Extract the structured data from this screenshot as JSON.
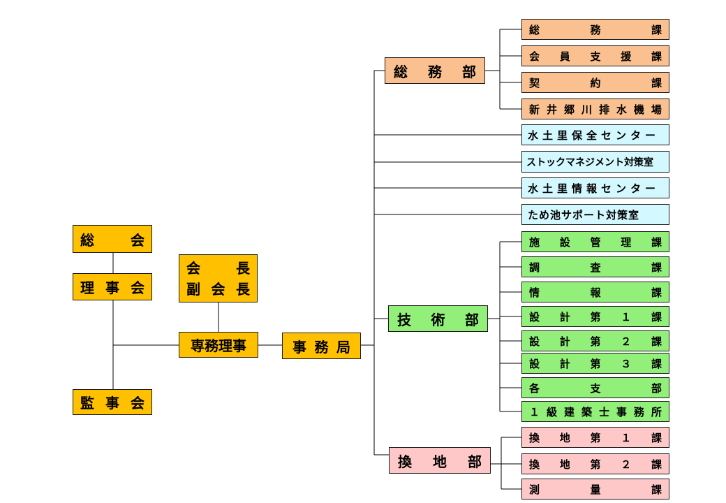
{
  "governance": {
    "general_meeting": [
      "総",
      "会"
    ],
    "board": [
      "理",
      "事",
      "会"
    ],
    "auditors": [
      "監",
      "事",
      "会"
    ],
    "chair": {
      "line1": [
        "会",
        "長"
      ],
      "line2": [
        "副",
        "会",
        "長"
      ]
    },
    "executive": "専務理事",
    "secretariat": [
      "事",
      "務",
      "局"
    ]
  },
  "divisions": {
    "general_affairs": {
      "label": [
        "総",
        "務",
        "部"
      ],
      "sections": [
        [
          "総",
          "務",
          "課"
        ],
        [
          "会",
          "員",
          "支",
          "援",
          "課"
        ],
        [
          "契",
          "約",
          "課"
        ],
        [
          "新",
          "井",
          "郷",
          "川",
          "排",
          "水",
          "機",
          "場"
        ]
      ]
    },
    "centers": [
      "水土里保全センター",
      "ストックマネジメント対策室",
      "水土里情報センター",
      "ため池サポート対策室"
    ],
    "engineering": {
      "label": [
        "技",
        "術",
        "部"
      ],
      "sections": [
        [
          "施",
          "設",
          "管",
          "理",
          "課"
        ],
        [
          "調",
          "査",
          "課"
        ],
        [
          "情",
          "報",
          "課"
        ],
        [
          "設",
          "計",
          "第",
          "１",
          "課"
        ],
        [
          "設",
          "計",
          "第",
          "２",
          "課"
        ],
        [
          "設",
          "計",
          "第",
          "３",
          "課"
        ],
        [
          "各",
          "支",
          "部"
        ],
        [
          "１",
          "級",
          "建",
          "築",
          "士",
          "事",
          "務",
          "所"
        ]
      ]
    },
    "land_replotting": {
      "label": [
        "換",
        "地",
        "部"
      ],
      "sections": [
        [
          "換",
          "地",
          "第",
          "１",
          "課"
        ],
        [
          "換",
          "地",
          "第",
          "２",
          "課"
        ],
        [
          "測",
          "量",
          "課"
        ]
      ]
    }
  },
  "colors": {
    "governance": "#ffc000",
    "general_affairs": "#fac090",
    "centers": "#d4f8ff",
    "engineering": "#92f07a",
    "land_replotting": "#ffc8c8"
  }
}
